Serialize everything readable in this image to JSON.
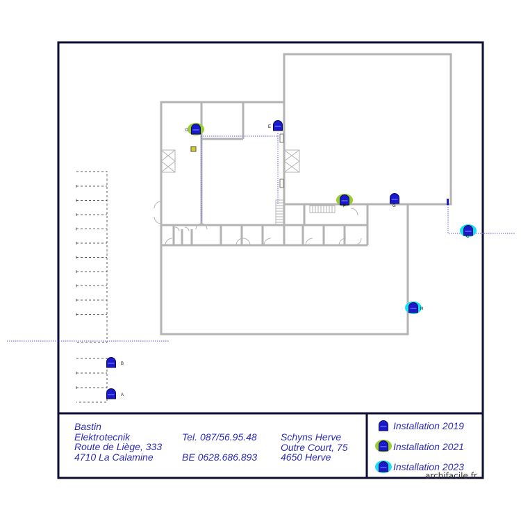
{
  "title_block": {
    "company": [
      "Bastin",
      "Elektrotecnik",
      "Route de Liège,  333",
      "4710 La Calamine"
    ],
    "phone": "Tel. 087/56.95.48",
    "vat": "BE 0628.686.893",
    "client": [
      "Schyns Herve",
      "Outre Court, 75",
      "4650 Herve"
    ]
  },
  "legend": [
    {
      "label": "Installation 2019",
      "ring": "none"
    },
    {
      "label": "Installation 2021",
      "ring": "#9acd32"
    },
    {
      "label": "Installation 2023",
      "ring": "#18e0f0"
    }
  ],
  "devices": [
    {
      "id": "A",
      "year": "2019"
    },
    {
      "id": "B",
      "year": "2019"
    },
    {
      "id": "C",
      "year": "2023"
    },
    {
      "id": "D",
      "year": "2021"
    },
    {
      "id": "E",
      "year": "2019"
    },
    {
      "id": "F",
      "year": "2021"
    },
    {
      "id": "G",
      "year": "2019"
    },
    {
      "id": "H",
      "year": "2023"
    }
  ],
  "colors": {
    "border": "#0d0d33",
    "wall": "#b3b3b3",
    "device": "#1a1acc",
    "cable": "#7a7ae0",
    "text": "#2b2bb8"
  },
  "watermark": "archifacile.fr"
}
